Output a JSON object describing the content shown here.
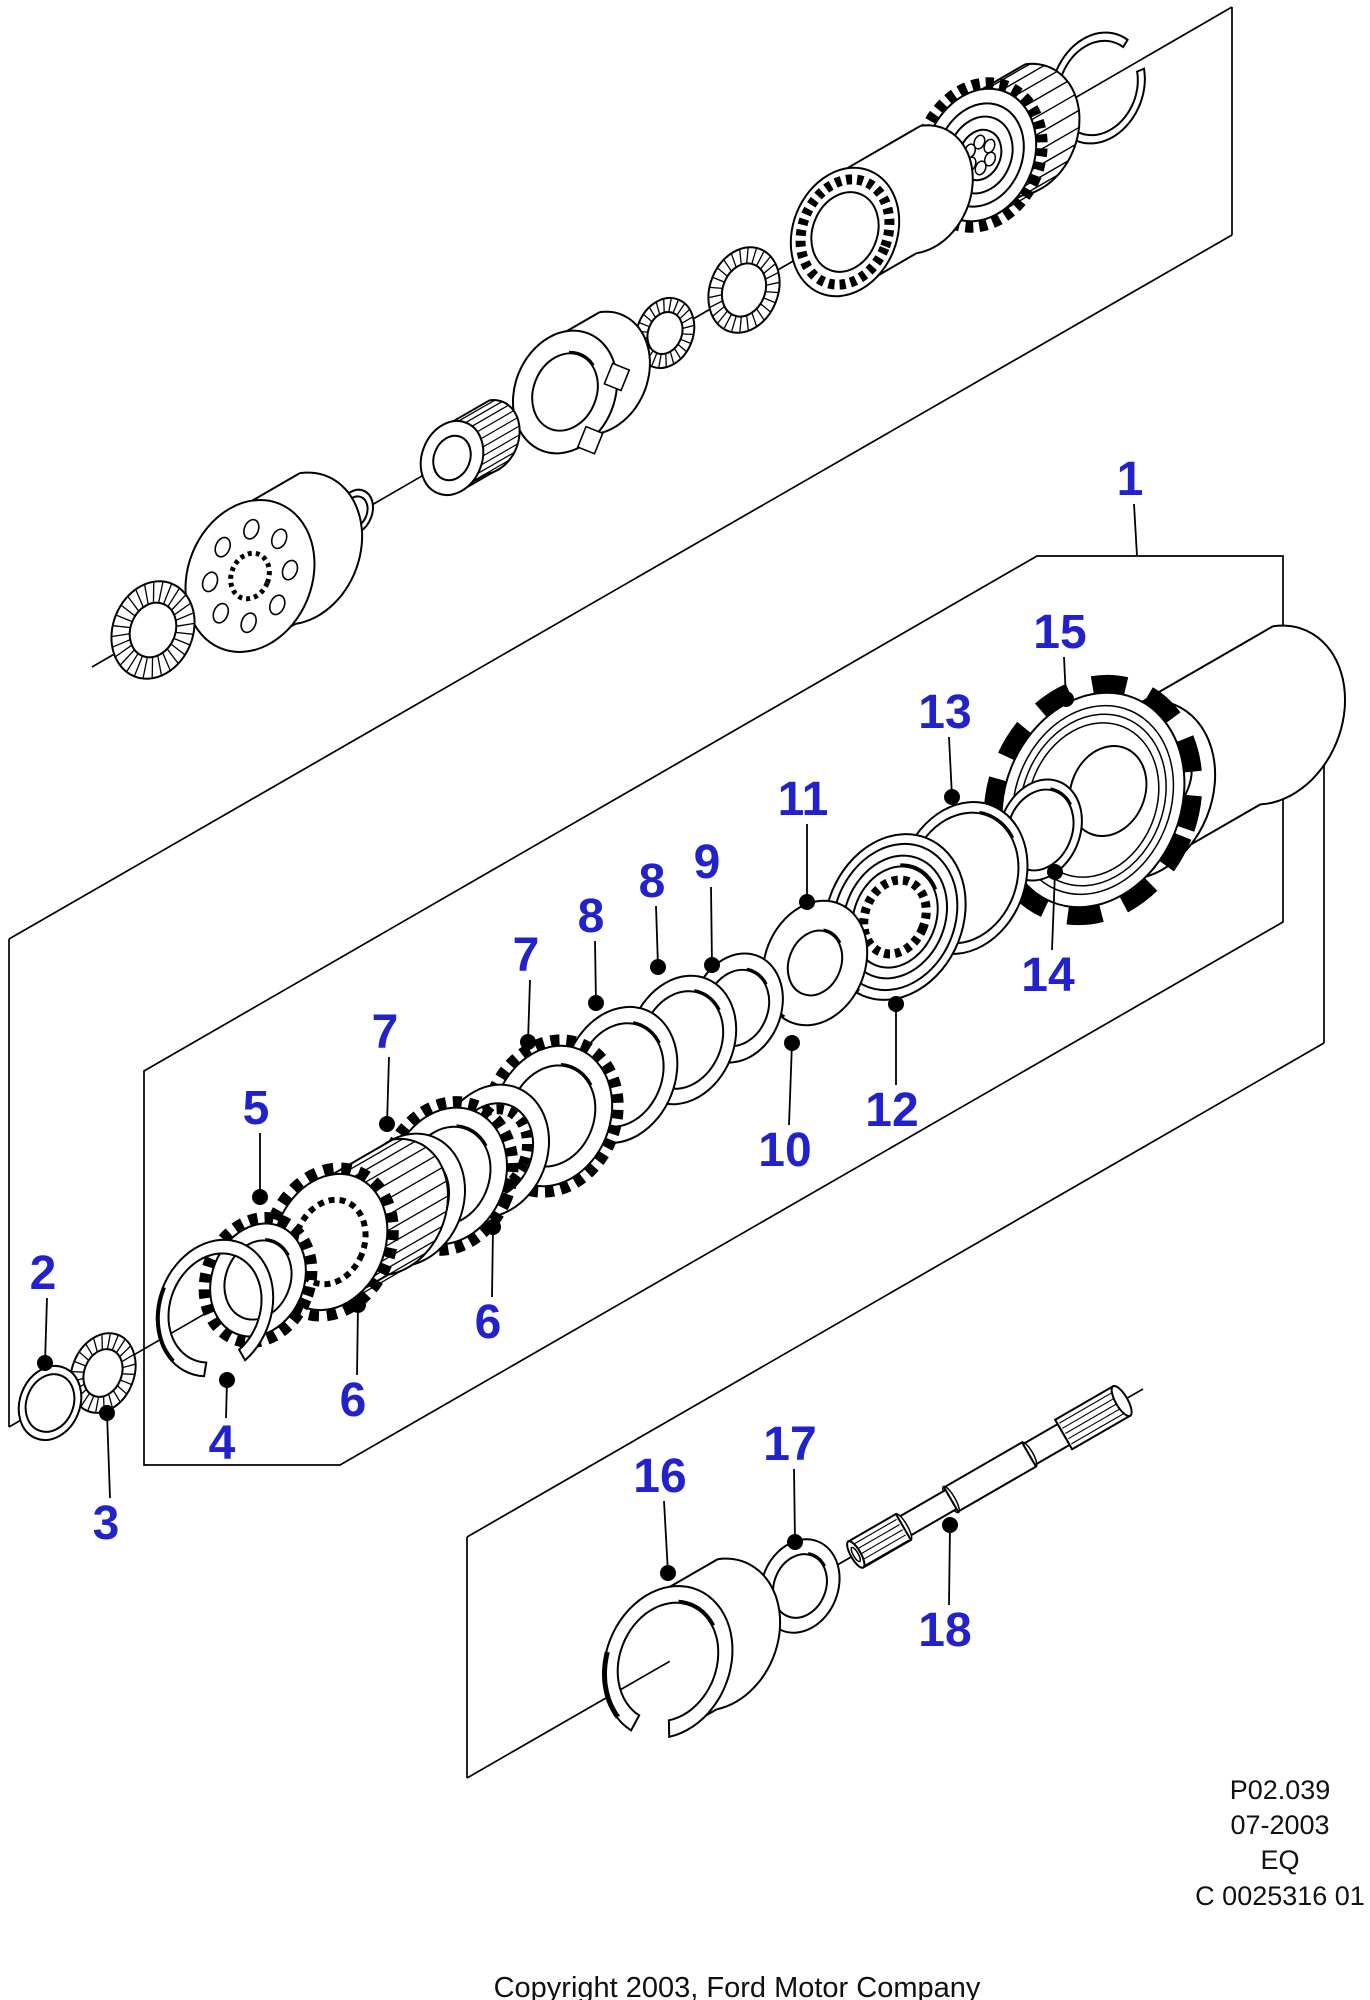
{
  "diagram": {
    "type": "exploded-parts-diagram",
    "callout_color": "#2222cc",
    "line_color": "#000000",
    "background": "#ffffff",
    "callouts": [
      {
        "id": "1",
        "label": "1"
      },
      {
        "id": "2",
        "label": "2"
      },
      {
        "id": "3",
        "label": "3"
      },
      {
        "id": "4",
        "label": "4"
      },
      {
        "id": "5",
        "label": "5"
      },
      {
        "id": "6a",
        "label": "6"
      },
      {
        "id": "6b",
        "label": "6"
      },
      {
        "id": "7a",
        "label": "7"
      },
      {
        "id": "7b",
        "label": "7"
      },
      {
        "id": "8a",
        "label": "8"
      },
      {
        "id": "8b",
        "label": "8"
      },
      {
        "id": "9",
        "label": "9"
      },
      {
        "id": "10",
        "label": "10"
      },
      {
        "id": "11",
        "label": "11"
      },
      {
        "id": "12",
        "label": "12"
      },
      {
        "id": "13",
        "label": "13"
      },
      {
        "id": "14",
        "label": "14"
      },
      {
        "id": "15",
        "label": "15"
      },
      {
        "id": "16",
        "label": "16"
      },
      {
        "id": "17",
        "label": "17"
      },
      {
        "id": "18",
        "label": "18"
      }
    ]
  },
  "stamp": {
    "lines": [
      "P02.039",
      "07-2003",
      "EQ",
      "C 0025316 01"
    ]
  },
  "footer": {
    "copyright": "Copyright 2003, Ford Motor Company"
  }
}
